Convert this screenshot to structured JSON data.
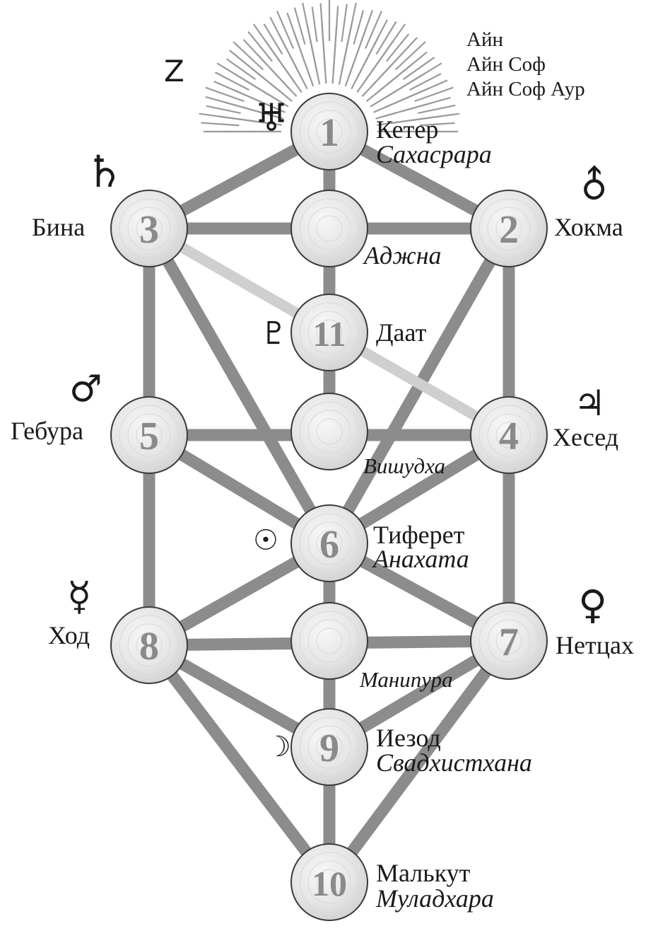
{
  "ain": [
    "Айн",
    "Айн Соф",
    "Айн Соф Аур"
  ],
  "letter_z": "Z",
  "sefirot": [
    {
      "num": "1",
      "name": "Кетер",
      "chakra": "Сахасрара",
      "symbol": "♅",
      "symbol_name": "uranus-icon"
    },
    {
      "num": "2",
      "name": "Хокма",
      "symbol": "♂",
      "symbol_name": "neptune-orb-icon"
    },
    {
      "num": "3",
      "name": "Бина",
      "symbol": "♄",
      "symbol_name": "saturn-icon"
    },
    {
      "num": "4",
      "name": "Хесед",
      "symbol": "♃",
      "symbol_name": "jupiter-icon"
    },
    {
      "num": "5",
      "name": "Гебура",
      "symbol": "♂",
      "symbol_name": "mars-icon"
    },
    {
      "num": "6",
      "name": "Тиферет",
      "chakra": "Анахата",
      "symbol": "☉",
      "symbol_name": "sun-icon"
    },
    {
      "num": "7",
      "name": "Нетцах",
      "symbol": "♀",
      "symbol_name": "venus-icon"
    },
    {
      "num": "8",
      "name": "Ход",
      "symbol": "☿",
      "symbol_name": "mercury-icon"
    },
    {
      "num": "9",
      "name": "Иезод",
      "chakra": "Свадхистхана",
      "symbol": "☽",
      "symbol_name": "moon-icon"
    },
    {
      "num": "10",
      "name": "Малькут",
      "chakra": "Муладхара"
    },
    {
      "num": "11",
      "name": "Даат",
      "symbol": "♇",
      "symbol_name": "pluto-icon"
    }
  ],
  "unnumbered_chakras": [
    "Аджна",
    "Вишудха",
    "Манипура"
  ],
  "colors": {
    "path": "#8c8c8c",
    "path_light": "#cfcfcf",
    "node_fill": "#e9e9e9",
    "node_stroke": "#3a3a3a",
    "number": "#8a8a8a",
    "rays": "#9a9a9a"
  }
}
